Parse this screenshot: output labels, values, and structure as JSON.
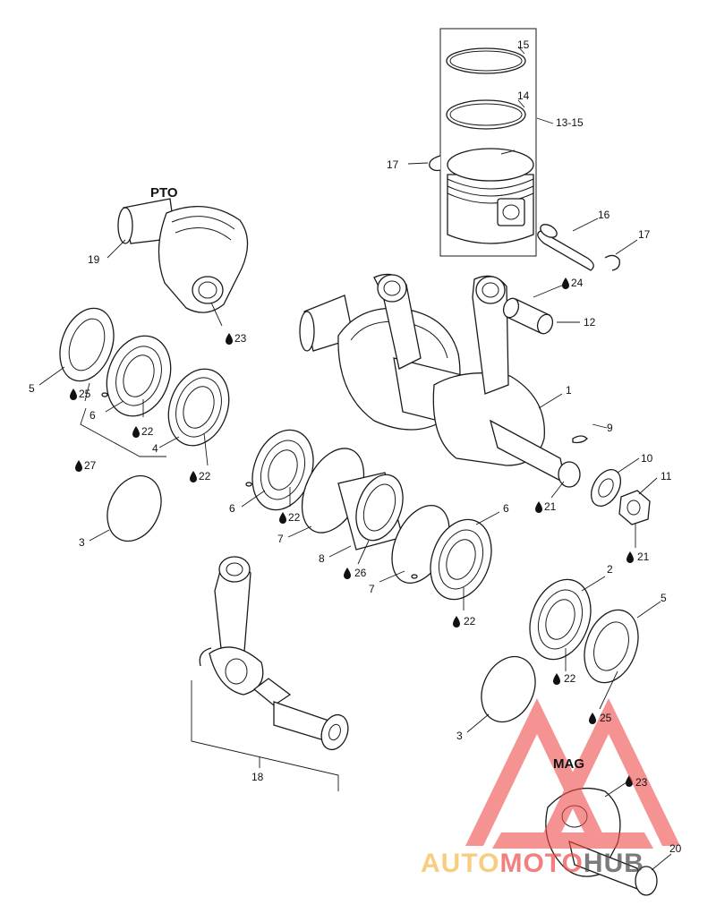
{
  "section_labels": {
    "pto": "PTO",
    "mag": "MAG"
  },
  "callouts": {
    "c15": "15",
    "c14": "14",
    "c13_15": "13-15",
    "c17a": "17",
    "c16": "16",
    "c17b": "17",
    "c19": "19",
    "c23a": "23",
    "c24": "24",
    "c12": "12",
    "c1": "1",
    "c5a": "5",
    "c25a": "25",
    "c6a": "6",
    "c22a": "22",
    "c4": "4",
    "c27": "27",
    "c22b": "22",
    "c9": "9",
    "c10": "10",
    "c11": "11",
    "c21a": "21",
    "c21b": "21",
    "c6b": "6",
    "c22c": "22",
    "c7a": "7",
    "c8": "8",
    "c26": "26",
    "c7b": "7",
    "c6c": "6",
    "c22d": "22",
    "c3a": "3",
    "c2": "2",
    "c5b": "5",
    "c22e": "22",
    "c25b": "25",
    "c3b": "3",
    "c18": "18",
    "c23b": "23",
    "c20": "20"
  },
  "watermark": {
    "part1": "AUTO",
    "part2": "MOTO",
    "part3": "HUB"
  },
  "colors": {
    "line": "#1a1a1a",
    "watermark_red": "#f04a4a",
    "watermark_orange": "#f5b94a"
  }
}
